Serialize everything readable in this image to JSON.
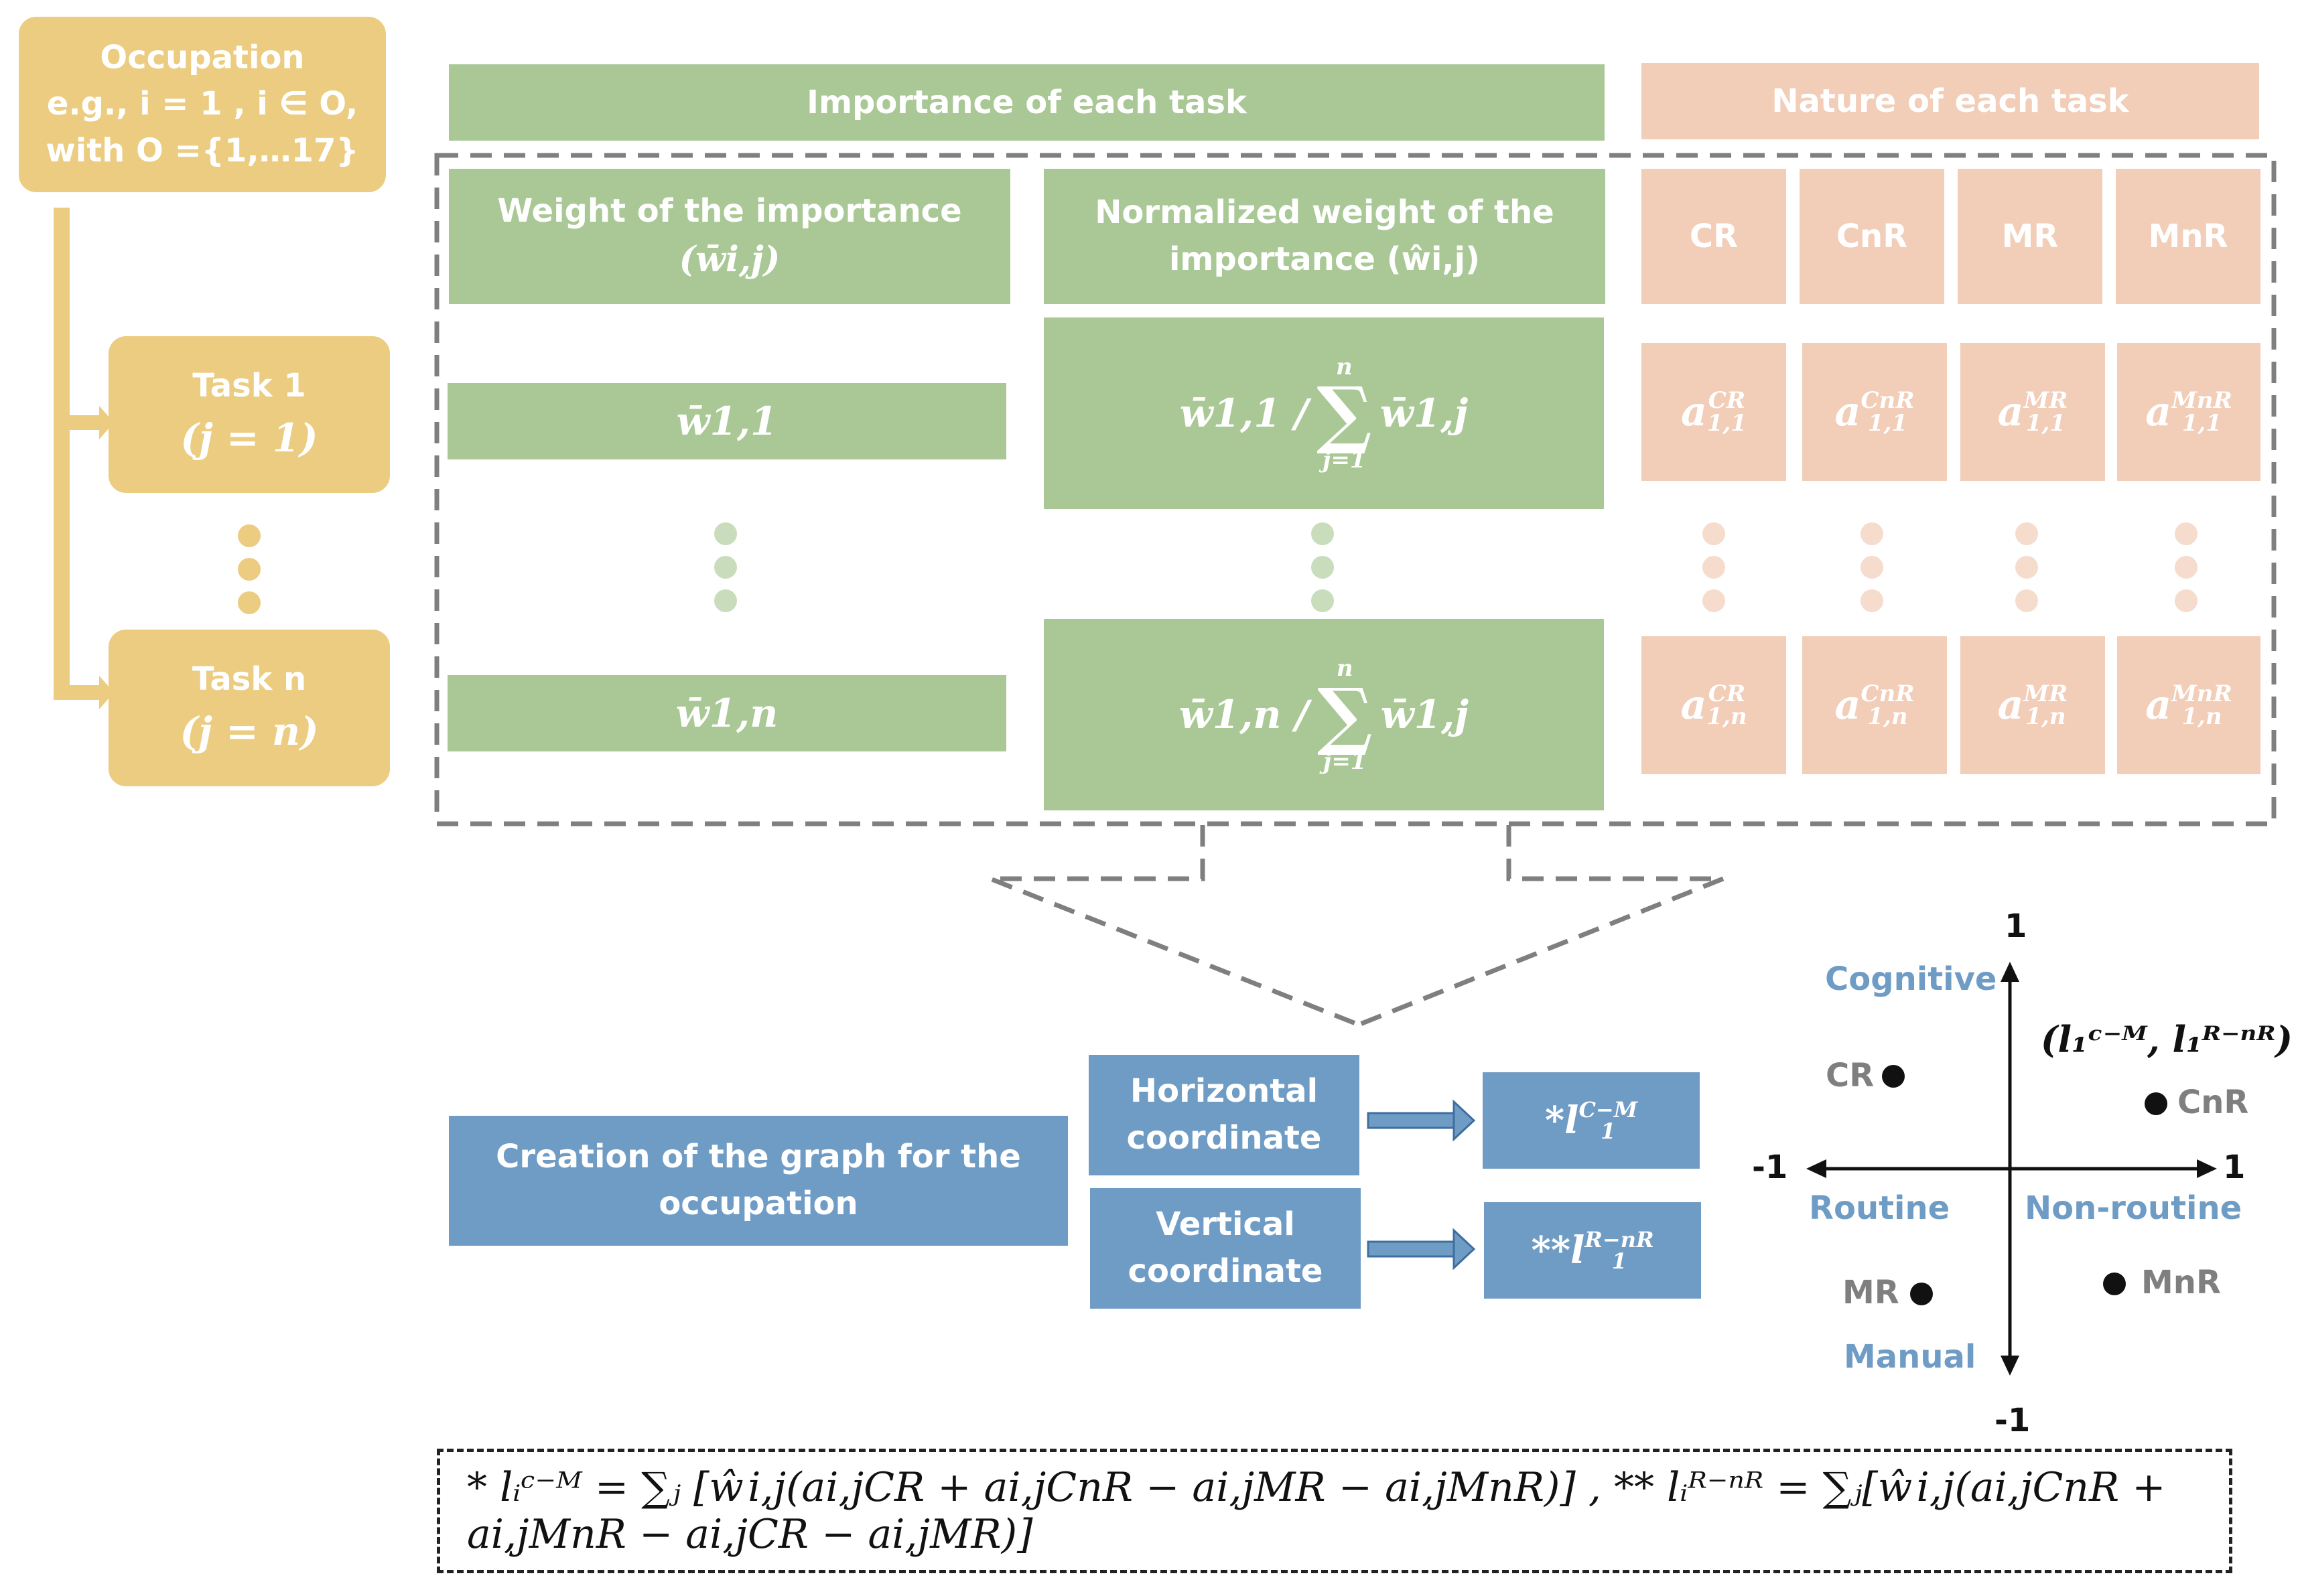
{
  "occupation": {
    "title": "Occupation",
    "line2": "e.g., i = 1 , i ∈ O,",
    "line3": "with O ={1,…17}"
  },
  "tasks": {
    "task1_title": "Task 1",
    "task1_sub": "(j = 1)",
    "taskn_title": "Task n",
    "taskn_sub": "(j = n)"
  },
  "importance": {
    "header": "Importance of each task",
    "weight_header_1": "Weight of the importance",
    "weight_header_2": "(w̄i,j)",
    "norm_header_1": "Normalized weight of the",
    "norm_header_2": "importance (ŵi,j)",
    "w11": "w̄1,1",
    "w1n": "w̄1,n",
    "norm11_num": "w̄1,1 /",
    "norm11_den": "w̄1,j",
    "norm1n_num": "w̄1,n /",
    "norm1n_den": "w̄1,j",
    "sum_top": "n",
    "sum_bottom": "j=1",
    "sum_sign": "∑"
  },
  "nature": {
    "header": "Nature of each task",
    "columns": [
      "CR",
      "CnR",
      "MR",
      "MnR"
    ],
    "row1_sub": "1,1",
    "rown_sub": "1,n",
    "symbol": "a"
  },
  "graph": {
    "creation_1": "Creation of the graph for the",
    "creation_2": "occupation",
    "horizontal_1": "Horizontal",
    "horizontal_2": "coordinate",
    "vertical_1": "Vertical",
    "vertical_2": "coordinate",
    "h_value_prefix": "*",
    "h_value_sup": "C−M",
    "h_value_sub": "1",
    "v_value_prefix": "**",
    "v_value_sup": "R−nR",
    "v_value_sub": "1",
    "symbol": "l"
  },
  "quadrant": {
    "top": "1",
    "bottom": "-1",
    "left": "-1",
    "right": "1",
    "cognitive": "Cognitive",
    "manual": "Manual",
    "routine": "Routine",
    "nonroutine": "Non-routine",
    "point_label": "(l₁ᶜ⁻ᴹ, l₁ᴿ⁻ⁿᴿ)",
    "cr": "CR",
    "cnr": "CnR",
    "mr": "MR",
    "mnr": "MnR"
  },
  "formula": {
    "text": "* lᵢᶜ⁻ᴹ = ∑ⱼ [ŵi,j(ai,jCR + ai,jCnR − ai,jMR − ai,jMnR)] ,  ** lᵢᴿ⁻ⁿᴿ = ∑ⱼ[ŵi,j(ai,jCnR + ai,jMnR − ai,jCR − ai,jMR)]"
  },
  "colors": {
    "yellow": "#ebcc80",
    "green": "#a9c895",
    "pink": "#f2cdb8",
    "blue": "#6f9cc5"
  }
}
